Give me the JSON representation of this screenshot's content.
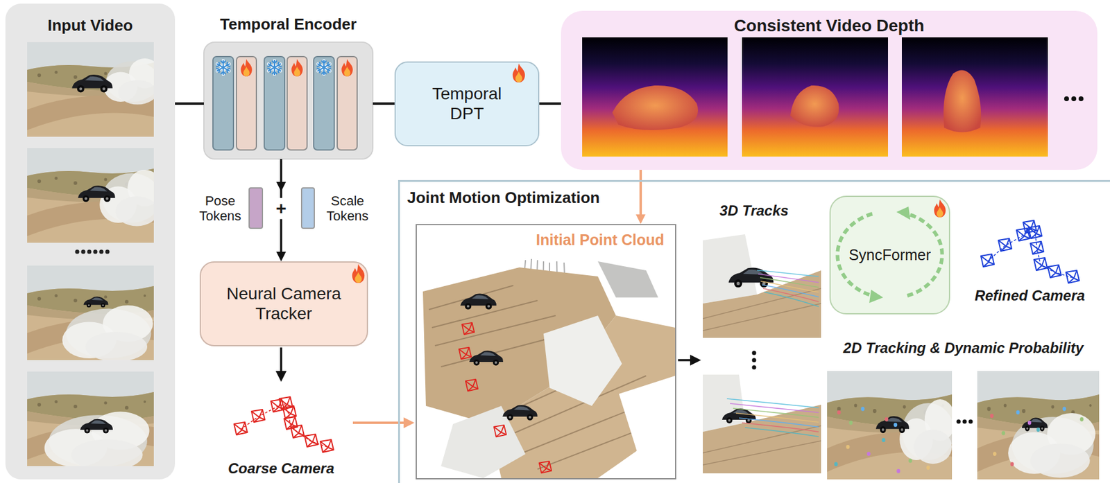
{
  "diagram": {
    "nodes": [
      {
        "text": [
          "Input Video"
        ]
      },
      {
        "text": [
          "Temporal Encoder"
        ]
      },
      {
        "text": [
          "Temporal DPT"
        ]
      },
      {
        "text": [
          "Consistent Video Depth"
        ]
      },
      {
        "text": [
          "Neural Camera Tracker"
        ]
      },
      {
        "text": [
          "Joint Motion Optimization"
        ]
      },
      {
        "text": [
          "Initial Point Cloud"
        ],
        "in": 5
      },
      {
        "text": [
          "SyncFormer"
        ],
        "in": 5
      }
    ],
    "edges": [
      {
        "from": 0,
        "to": 1,
        "arrow": "none"
      },
      {
        "from": 1,
        "to": 2,
        "arrow": "none"
      },
      {
        "from": 2,
        "to": 3,
        "arrow": "none"
      },
      {
        "from": 1,
        "to": 4,
        "label": "+",
        "arrow": "to"
      },
      {
        "from": 3,
        "to": 6,
        "arrow": "to"
      }
    ],
    "labels": [
      "Pose Tokens",
      "Scale Tokens",
      "Coarse Camera",
      "3D Tracks",
      "Refined Camera",
      "2D Tracking & Dynamic Probability"
    ]
  }
}
